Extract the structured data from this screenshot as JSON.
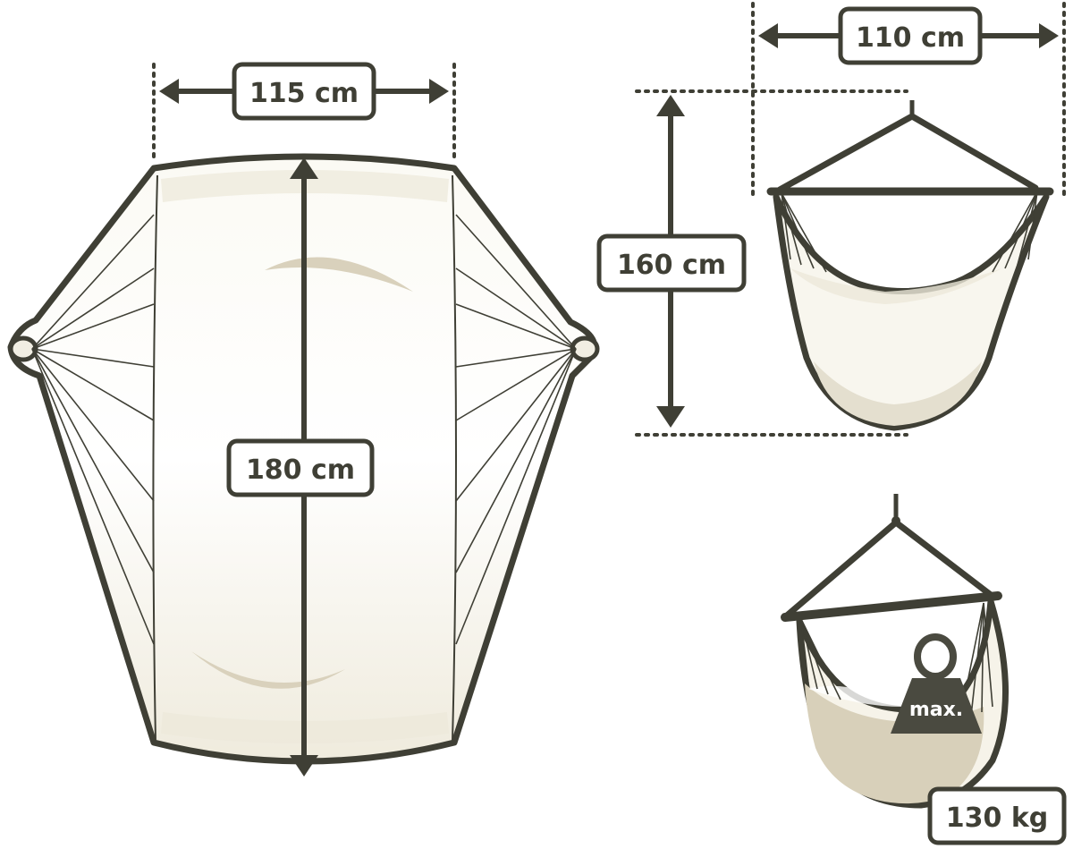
{
  "labels": {
    "hammock_width": "115 cm",
    "hammock_length": "180 cm",
    "chair_width": "110 cm",
    "chair_height": "160 cm",
    "weight_badge": "max.",
    "max_load": "130 kg"
  },
  "colors": {
    "outline": "#3f3f35",
    "fabric": "#f7f5ec",
    "fabric_shade": "#e2dccb",
    "fabric_dark": "#d4ccb5",
    "weight": "#4a4a40"
  }
}
